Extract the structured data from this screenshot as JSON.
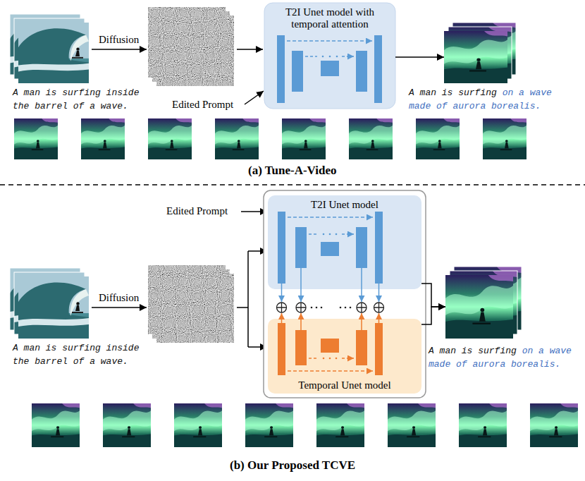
{
  "diagram": {
    "nodes": [
      {
        "text": [
          "A man is surfing inside the barrel of a wave."
        ]
      },
      {
        "text": [
          "T2I Unet model with temporal attention"
        ]
      },
      {
        "text": [
          "A man is surfing",
          "on a wave made of aurora borealis."
        ]
      },
      {
        "text": [
          "A man is surfing inside the barrel of a wave."
        ]
      },
      {
        "text": [
          "T2I Unet model"
        ]
      },
      {
        "text": [
          "Temporal Unet model"
        ]
      },
      {
        "text": [
          "A man is surfing",
          "on a wave made of aurora borealis."
        ]
      }
    ],
    "edges": [
      {
        "from": 1,
        "to": 2,
        "arrow": "to"
      },
      {
        "from": 4,
        "to": 6,
        "arrow": "to"
      },
      {
        "from": 5,
        "to": 6,
        "arrow": "to"
      }
    ],
    "labels": [
      "Diffusion",
      "Edited Prompt",
      "(a) Tune-A-Video",
      "Diffusion",
      "Edited Prompt",
      "(b) Our Proposed TCVE"
    ]
  }
}
